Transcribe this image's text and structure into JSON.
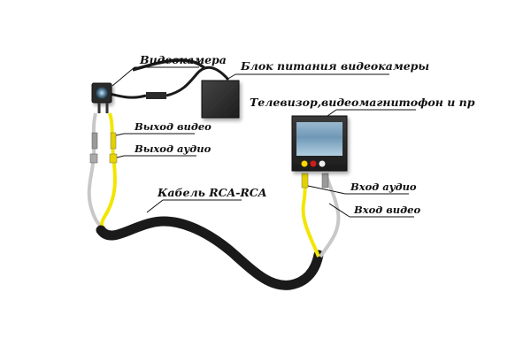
{
  "labels": {
    "camera": "Видеокамера",
    "power_supply": "Блок питания видеокамеры",
    "tv": "Телевизор,видеомагнитофон и пр",
    "video_out": "Выход видео",
    "audio_out": "Выход аудио",
    "cable": "Кабель RCA-RCA",
    "audio_in": "Вход аудио",
    "video_in": "Вход видео"
  },
  "colors": {
    "cable_black": "#1a1a1a",
    "wire_yellow": "#f2e600",
    "wire_gray": "#c8c8c8",
    "device_dark": "#2b2b2b",
    "screen_top": "#8fb0c8",
    "screen_band": "#6e98b6",
    "screen_bottom": "#a7c6d8",
    "jack_yellow": "#ffd700",
    "jack_red": "#d11a1a",
    "jack_white": "#eeeeee"
  }
}
